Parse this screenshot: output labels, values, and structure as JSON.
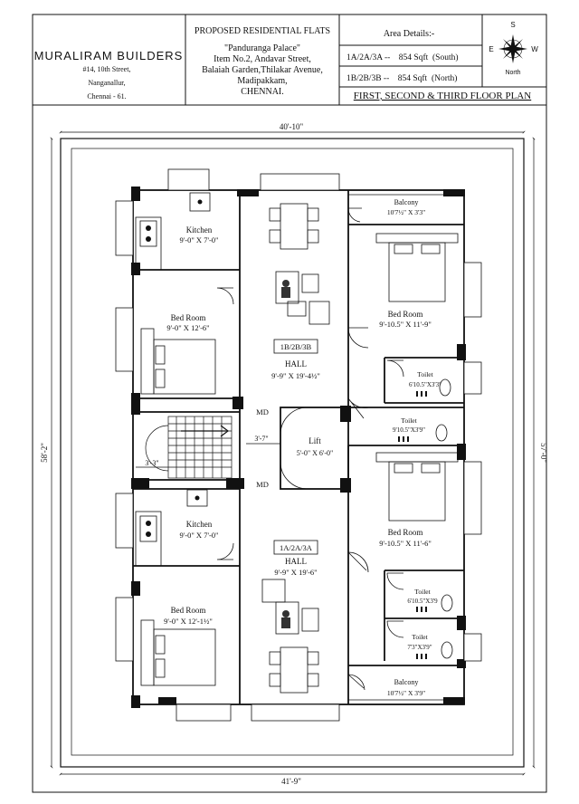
{
  "title_block": {
    "builder_name": "MURALIRAM  BUILDERS",
    "builder_addr1": "#14, 10th Street,",
    "builder_addr2": "Nanganallur,",
    "builder_addr3": "Chennai - 61.",
    "project_title": "PROPOSED RESIDENTIAL FLATS",
    "project_line1": "\"Panduranga Palace\"",
    "project_line2": "Item No.2, Andavar Street,",
    "project_line3": "Balaiah Garden,Thilakar Avenue,",
    "project_line4": "Madipakkam,",
    "project_line5": "CHENNAI.",
    "area_heading": "Area Details:-",
    "area_row1": "1A/2A/3A --    854 Sqft  (South)",
    "area_row2": "1B/2B/3B --    854 Sqft  (North)",
    "plan_title": "FIRST, SECOND & THIRD FLOOR PLAN",
    "compass_s": "S",
    "compass_e": "E",
    "compass_w": "W",
    "compass_north": "North"
  },
  "dimensions": {
    "top": "40'-10\"",
    "bottom": "41'-9\"",
    "left": "58'-2\"",
    "right": "57'-0\"",
    "stair_landing": "3'-3\"",
    "lobby": "3'-7\""
  },
  "rooms": {
    "kitchen_n": {
      "name": "Kitchen",
      "size": "9'-0\" X 7'-0\""
    },
    "bed_nw": {
      "name": "Bed Room",
      "size": "9'-0\" X 12'-6\""
    },
    "hall_n_tag": "1B/2B/3B",
    "hall_n": {
      "name": "HALL",
      "size": "9'-9\" X 19'-4½\""
    },
    "balcony_n": {
      "name": "Balcony",
      "size": "10'7½\" X 3'3\""
    },
    "bed_ne": {
      "name": "Bed Room",
      "size": "9'-10.5\" X 11'-9\""
    },
    "toilet_n1": {
      "name": "Toilet",
      "size": "6'10.5\"X3'3\""
    },
    "toilet_n2": {
      "name": "Toilet",
      "size": "9'10.5\"X3'9\""
    },
    "lift": {
      "name": "Lift",
      "size": "5'-0\" X 6'-0\""
    },
    "md_top": "MD",
    "md_bottom": "MD",
    "kitchen_s": {
      "name": "Kitchen",
      "size": "9'-0\" X 7'-0\""
    },
    "bed_sw": {
      "name": "Bed Room",
      "size": "9'-0\" X 12'-1½\""
    },
    "hall_s_tag": "1A/2A/3A",
    "hall_s": {
      "name": "HALL",
      "size": "9'-9\" X 19'-6\""
    },
    "bed_se": {
      "name": "Bed Room",
      "size": "9'-10.5\" X 11'-6\""
    },
    "toilet_s1": {
      "name": "Toilet",
      "size": "6'10.5\"X3'9"
    },
    "toilet_s2": {
      "name": "Toilet",
      "size": "7'3\"X3'9\""
    },
    "balcony_s": {
      "name": "Balcony",
      "size": "10'7½\" X 3'9\""
    }
  }
}
